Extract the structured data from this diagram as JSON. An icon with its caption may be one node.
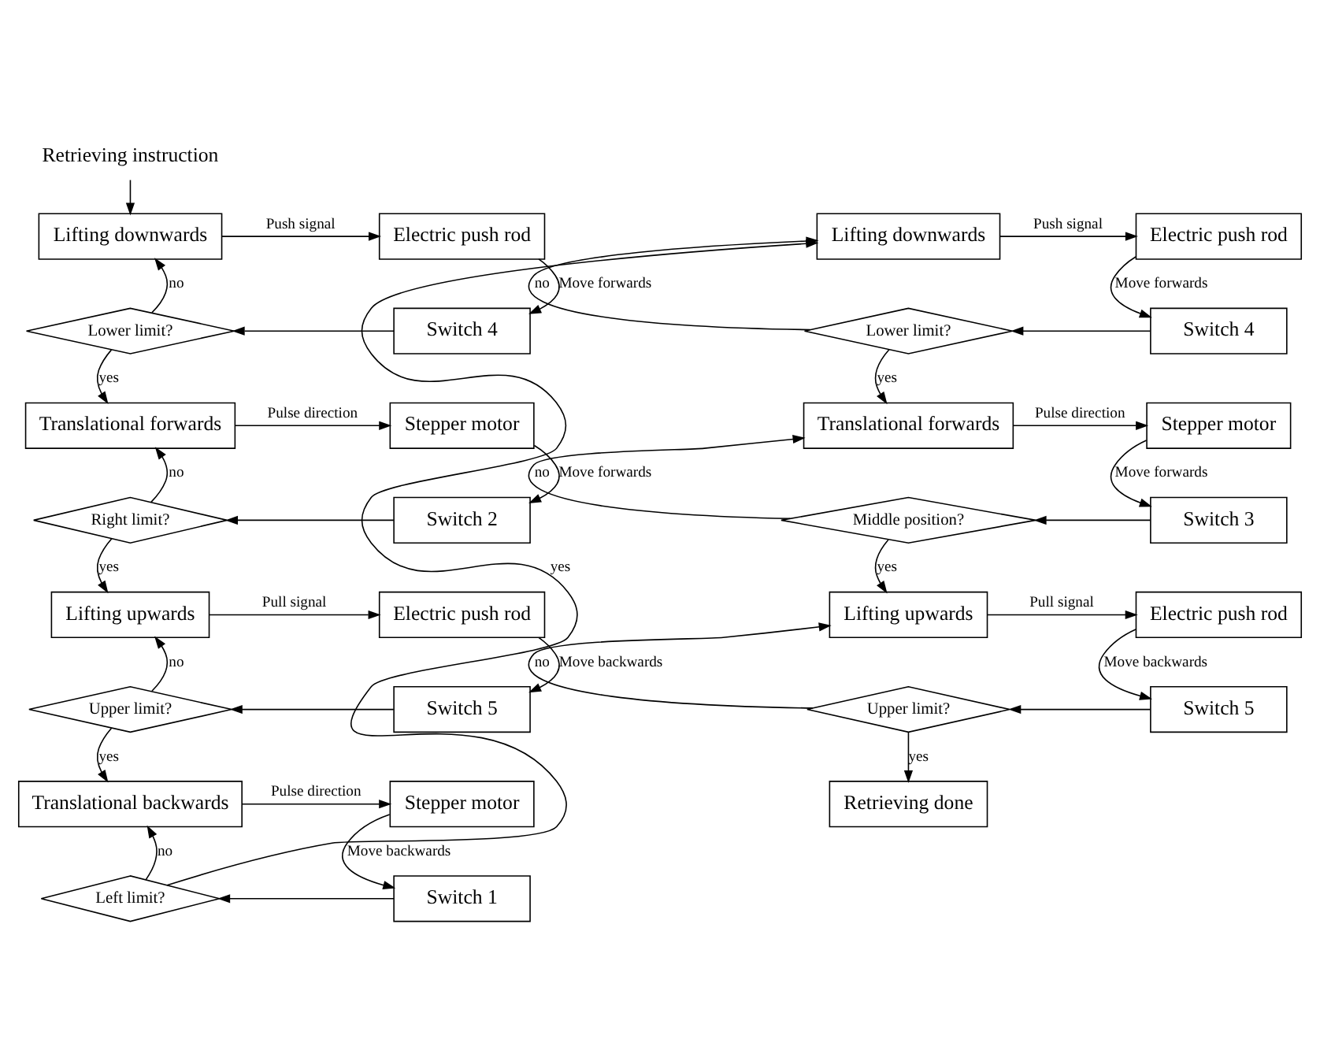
{
  "diagram": {
    "nodes": [
      {
        "text": [
          "Retrieving instruction"
        ]
      },
      {
        "text": [
          "Lifting downwards"
        ]
      },
      {
        "text": [
          "Electric push rod"
        ]
      },
      {
        "text": [
          "Lower limit?"
        ]
      },
      {
        "text": [
          "Switch 4"
        ]
      },
      {
        "text": [
          "Translational forwards"
        ]
      },
      {
        "text": [
          "Stepper motor"
        ]
      },
      {
        "text": [
          "Right limit?"
        ]
      },
      {
        "text": [
          "Switch 2"
        ]
      },
      {
        "text": [
          "Lifting upwards"
        ]
      },
      {
        "text": [
          "Electric push rod"
        ]
      },
      {
        "text": [
          "Upper limit?"
        ]
      },
      {
        "text": [
          "Switch 5"
        ]
      },
      {
        "text": [
          "Translational backwards"
        ]
      },
      {
        "text": [
          "Stepper motor"
        ]
      },
      {
        "text": [
          "Left limit?"
        ]
      },
      {
        "text": [
          "Switch 1"
        ]
      },
      {
        "text": [
          "Lifting downwards"
        ]
      },
      {
        "text": [
          "Electric push rod"
        ]
      },
      {
        "text": [
          "Lower limit?"
        ]
      },
      {
        "text": [
          "Switch 4"
        ]
      },
      {
        "text": [
          "Translational forwards"
        ]
      },
      {
        "text": [
          "Stepper motor"
        ]
      },
      {
        "text": [
          "Middle position?"
        ]
      },
      {
        "text": [
          "Switch 3"
        ]
      },
      {
        "text": [
          "Lifting upwards"
        ]
      },
      {
        "text": [
          "Electric push rod"
        ]
      },
      {
        "text": [
          "Upper limit?"
        ]
      },
      {
        "text": [
          "Switch 5"
        ]
      },
      {
        "text": [
          "Retrieving done"
        ]
      }
    ],
    "edges": [
      {
        "from": 0,
        "to": 1,
        "arrow": "to"
      },
      {
        "from": 1,
        "to": 2,
        "arrow": "to",
        "label": "Push signal"
      },
      {
        "from": 2,
        "to": 4,
        "arrow": "to",
        "label": "Move forwards"
      },
      {
        "from": 4,
        "to": 3,
        "arrow": "to"
      },
      {
        "from": 3,
        "to": 1,
        "arrow": "to",
        "label": "no"
      },
      {
        "from": 3,
        "to": 5,
        "arrow": "to",
        "label": "yes"
      },
      {
        "from": 5,
        "to": 6,
        "arrow": "to",
        "label": "Pulse direction"
      },
      {
        "from": 6,
        "to": 8,
        "arrow": "to",
        "label": "Move forwards"
      },
      {
        "from": 8,
        "to": 7,
        "arrow": "to"
      },
      {
        "from": 7,
        "to": 5,
        "arrow": "to",
        "label": "no"
      },
      {
        "from": 7,
        "to": 9,
        "arrow": "to",
        "label": "yes"
      },
      {
        "from": 9,
        "to": 10,
        "arrow": "to",
        "label": "Pull signal"
      },
      {
        "from": 10,
        "to": 12,
        "arrow": "to",
        "label": "Move backwards"
      },
      {
        "from": 12,
        "to": 11,
        "arrow": "to"
      },
      {
        "from": 11,
        "to": 9,
        "arrow": "to",
        "label": "no"
      },
      {
        "from": 11,
        "to": 13,
        "arrow": "to",
        "label": "yes"
      },
      {
        "from": 13,
        "to": 14,
        "arrow": "to",
        "label": "Pulse direction"
      },
      {
        "from": 14,
        "to": 16,
        "arrow": "to",
        "label": "Move backwards"
      },
      {
        "from": 16,
        "to": 15,
        "arrow": "to"
      },
      {
        "from": 15,
        "to": 13,
        "arrow": "to",
        "label": "no"
      },
      {
        "from": 15,
        "to": 17,
        "arrow": "to",
        "label": "yes"
      },
      {
        "from": 17,
        "to": 18,
        "arrow": "to",
        "label": "Push signal"
      },
      {
        "from": 18,
        "to": 20,
        "arrow": "to",
        "label": "Move forwards"
      },
      {
        "from": 20,
        "to": 19,
        "arrow": "to"
      },
      {
        "from": 19,
        "to": 17,
        "arrow": "to",
        "label": "no"
      },
      {
        "from": 19,
        "to": 21,
        "arrow": "to",
        "label": "yes"
      },
      {
        "from": 21,
        "to": 22,
        "arrow": "to",
        "label": "Pulse direction"
      },
      {
        "from": 22,
        "to": 24,
        "arrow": "to",
        "label": "Move forwards"
      },
      {
        "from": 24,
        "to": 23,
        "arrow": "to"
      },
      {
        "from": 23,
        "to": 21,
        "arrow": "to",
        "label": "no"
      },
      {
        "from": 23,
        "to": 25,
        "arrow": "to",
        "label": "yes"
      },
      {
        "from": 25,
        "to": 26,
        "arrow": "to",
        "label": "Pull signal"
      },
      {
        "from": 26,
        "to": 28,
        "arrow": "to",
        "label": "Move backwards"
      },
      {
        "from": 28,
        "to": 27,
        "arrow": "to"
      },
      {
        "from": 27,
        "to": 25,
        "arrow": "to",
        "label": "no"
      },
      {
        "from": 27,
        "to": 29,
        "arrow": "to",
        "label": "yes"
      }
    ]
  }
}
